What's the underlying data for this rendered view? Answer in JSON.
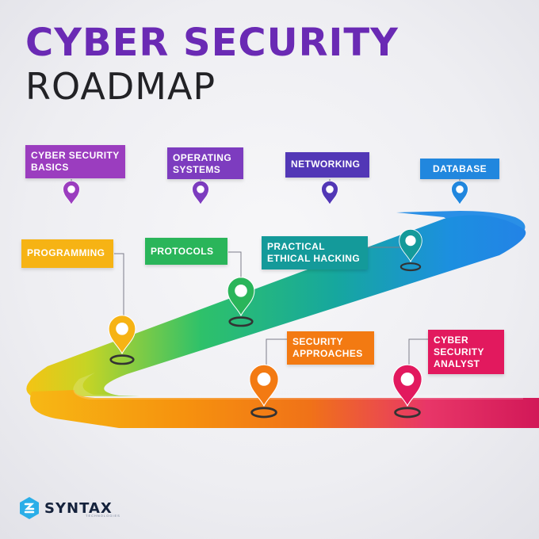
{
  "title": {
    "line1": "CYBER SECURITY",
    "line2": "ROADMAP"
  },
  "steps": [
    {
      "key": "cyber-security-basics",
      "label": "CYBER SECURITY\nBASICS",
      "color": "#9b3dbf"
    },
    {
      "key": "operating-systems",
      "label": "OPERATING\nSYSTEMS",
      "color": "#7d3cbf"
    },
    {
      "key": "networking",
      "label": "NETWORKING",
      "color": "#5237b6"
    },
    {
      "key": "database",
      "label": "DATABASE",
      "color": "#2187de"
    },
    {
      "key": "practical-ethical-hacking",
      "label": "PRACTICAL\nETHICAL HACKING",
      "color": "#149a9a"
    },
    {
      "key": "protocols",
      "label": "PROTOCOLS",
      "color": "#2ab55a"
    },
    {
      "key": "programming",
      "label": "PROGRAMMING",
      "color": "#f6b314"
    },
    {
      "key": "security-approaches",
      "label": "SECURITY\nAPPROACHES",
      "color": "#f37a12"
    },
    {
      "key": "cyber-security-analyst",
      "label": "CYBER\nSECURITY\nANALYST",
      "color": "#e2195e"
    }
  ],
  "brand": {
    "name": "SYNTAX",
    "tagline": "TECHNOLOGIES",
    "icon": "syntax-logo-icon",
    "color": "#2aaee8"
  },
  "icons": {
    "marker": "location-pin-icon"
  }
}
